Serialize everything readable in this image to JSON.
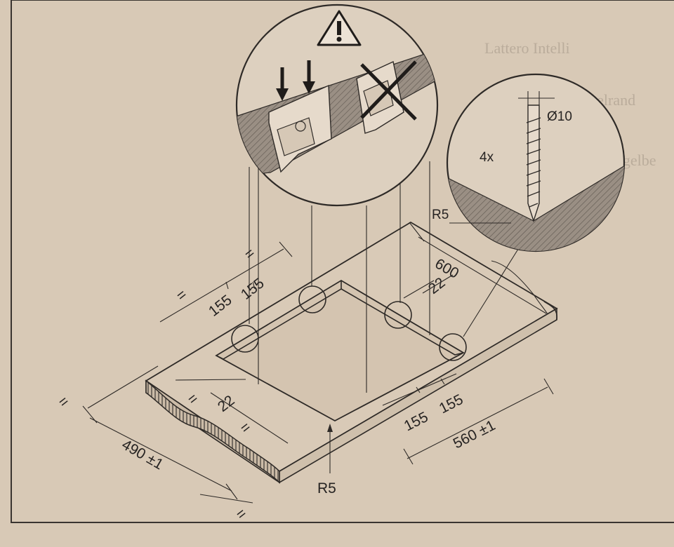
{
  "diagram": {
    "warning_symbol": "warning-triangle-icon",
    "screw": {
      "count_label": "4x",
      "diameter_label": "Ø10",
      "radius_label": "R5"
    },
    "dimensions": {
      "width_600": "600",
      "offset_22_right": "22",
      "offset_22_left": "22",
      "spacing_155_a": "155",
      "spacing_155_b": "155",
      "spacing_155_c": "155",
      "spacing_155_d": "155",
      "cutout_560": "560 ±1",
      "cutout_490": "490 ±1",
      "corner_radius": "R5",
      "equal": "="
    },
    "background_text": [
      "Lattero Intelli",
      "Der Bügelrand",
      "Ungelbe"
    ]
  }
}
